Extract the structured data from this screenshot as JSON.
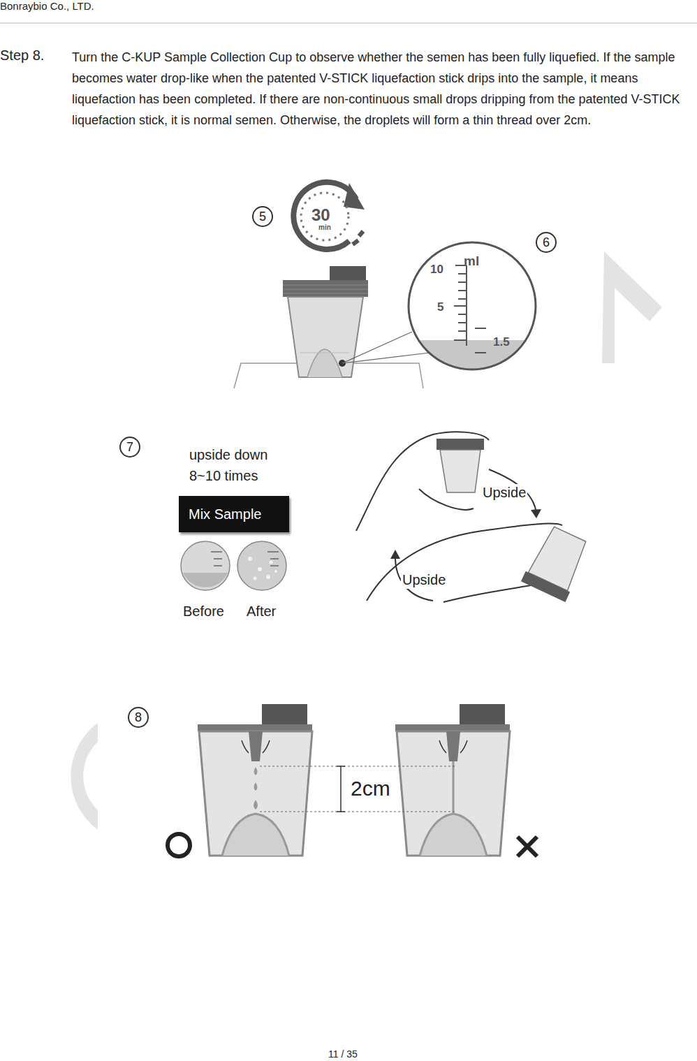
{
  "diagram": {
    "nodes": [
      {
        "text": [
          "Mix Sample"
        ]
      }
    ],
    "labels": [
      "Bonraybio Co., LTD.",
      "Step 8.",
      "Turn the C-KUP Sample Collection Cup to observe whether the semen has been fully liquefied. If the sample becomes water drop-like when the patented V-STICK liquefaction stick drips into the sample, it means liquefaction has been completed. If there are non-continuous small drops dripping from the patented V-STICK liquefaction stick, it is normal semen. Otherwise, the droplets will form a thin thread over 2cm.",
      "5",
      "30",
      "min",
      "6",
      "ml",
      "10",
      "5",
      "1.5",
      "7",
      "upside down 8~10 times",
      "Upside",
      "Upside",
      "Before",
      "After",
      "8",
      "2cm",
      "11 / 35"
    ]
  }
}
